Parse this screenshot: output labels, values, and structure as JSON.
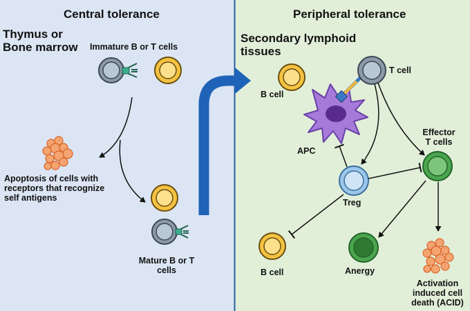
{
  "central": {
    "title": "Central tolerance",
    "site_line1": "Thymus or",
    "site_line2": "Bone marrow",
    "immature": "Immature  B or T cells",
    "apoptosis_line1": "Apoptosis of cells with",
    "apoptosis_line2": "receptors that recognize",
    "apoptosis_line3": "self antigens",
    "mature_line1": "Mature B or T",
    "mature_line2": "cells"
  },
  "peripheral": {
    "title": "Peripheral tolerance",
    "tissue_line1": "Secondary lymphoid",
    "tissue_line2": "tissues",
    "t_cell": "T cell",
    "b_cell_top": "B cell",
    "apc": "APC",
    "effector_line1": "Effector",
    "effector_line2": "T cells",
    "treg": "Treg",
    "b_cell_bottom": "B cell",
    "anergy": "Anergy",
    "acid_line1": "Activation",
    "acid_line2": "induced cell",
    "acid_line3": "death (ACID)"
  },
  "colors": {
    "central_bg": "#dbe5f3",
    "peripheral_bg": "#e1efd9",
    "divider": "#2c5f9e",
    "big_arrow": "#1f63b8",
    "b_cell": "#f5c242",
    "t_cell": "#8c9aa8",
    "treg": "#9cc6ea",
    "effector": "#4aa64e",
    "apc": "#a57ad8",
    "apoptotic": "#f4a470"
  }
}
